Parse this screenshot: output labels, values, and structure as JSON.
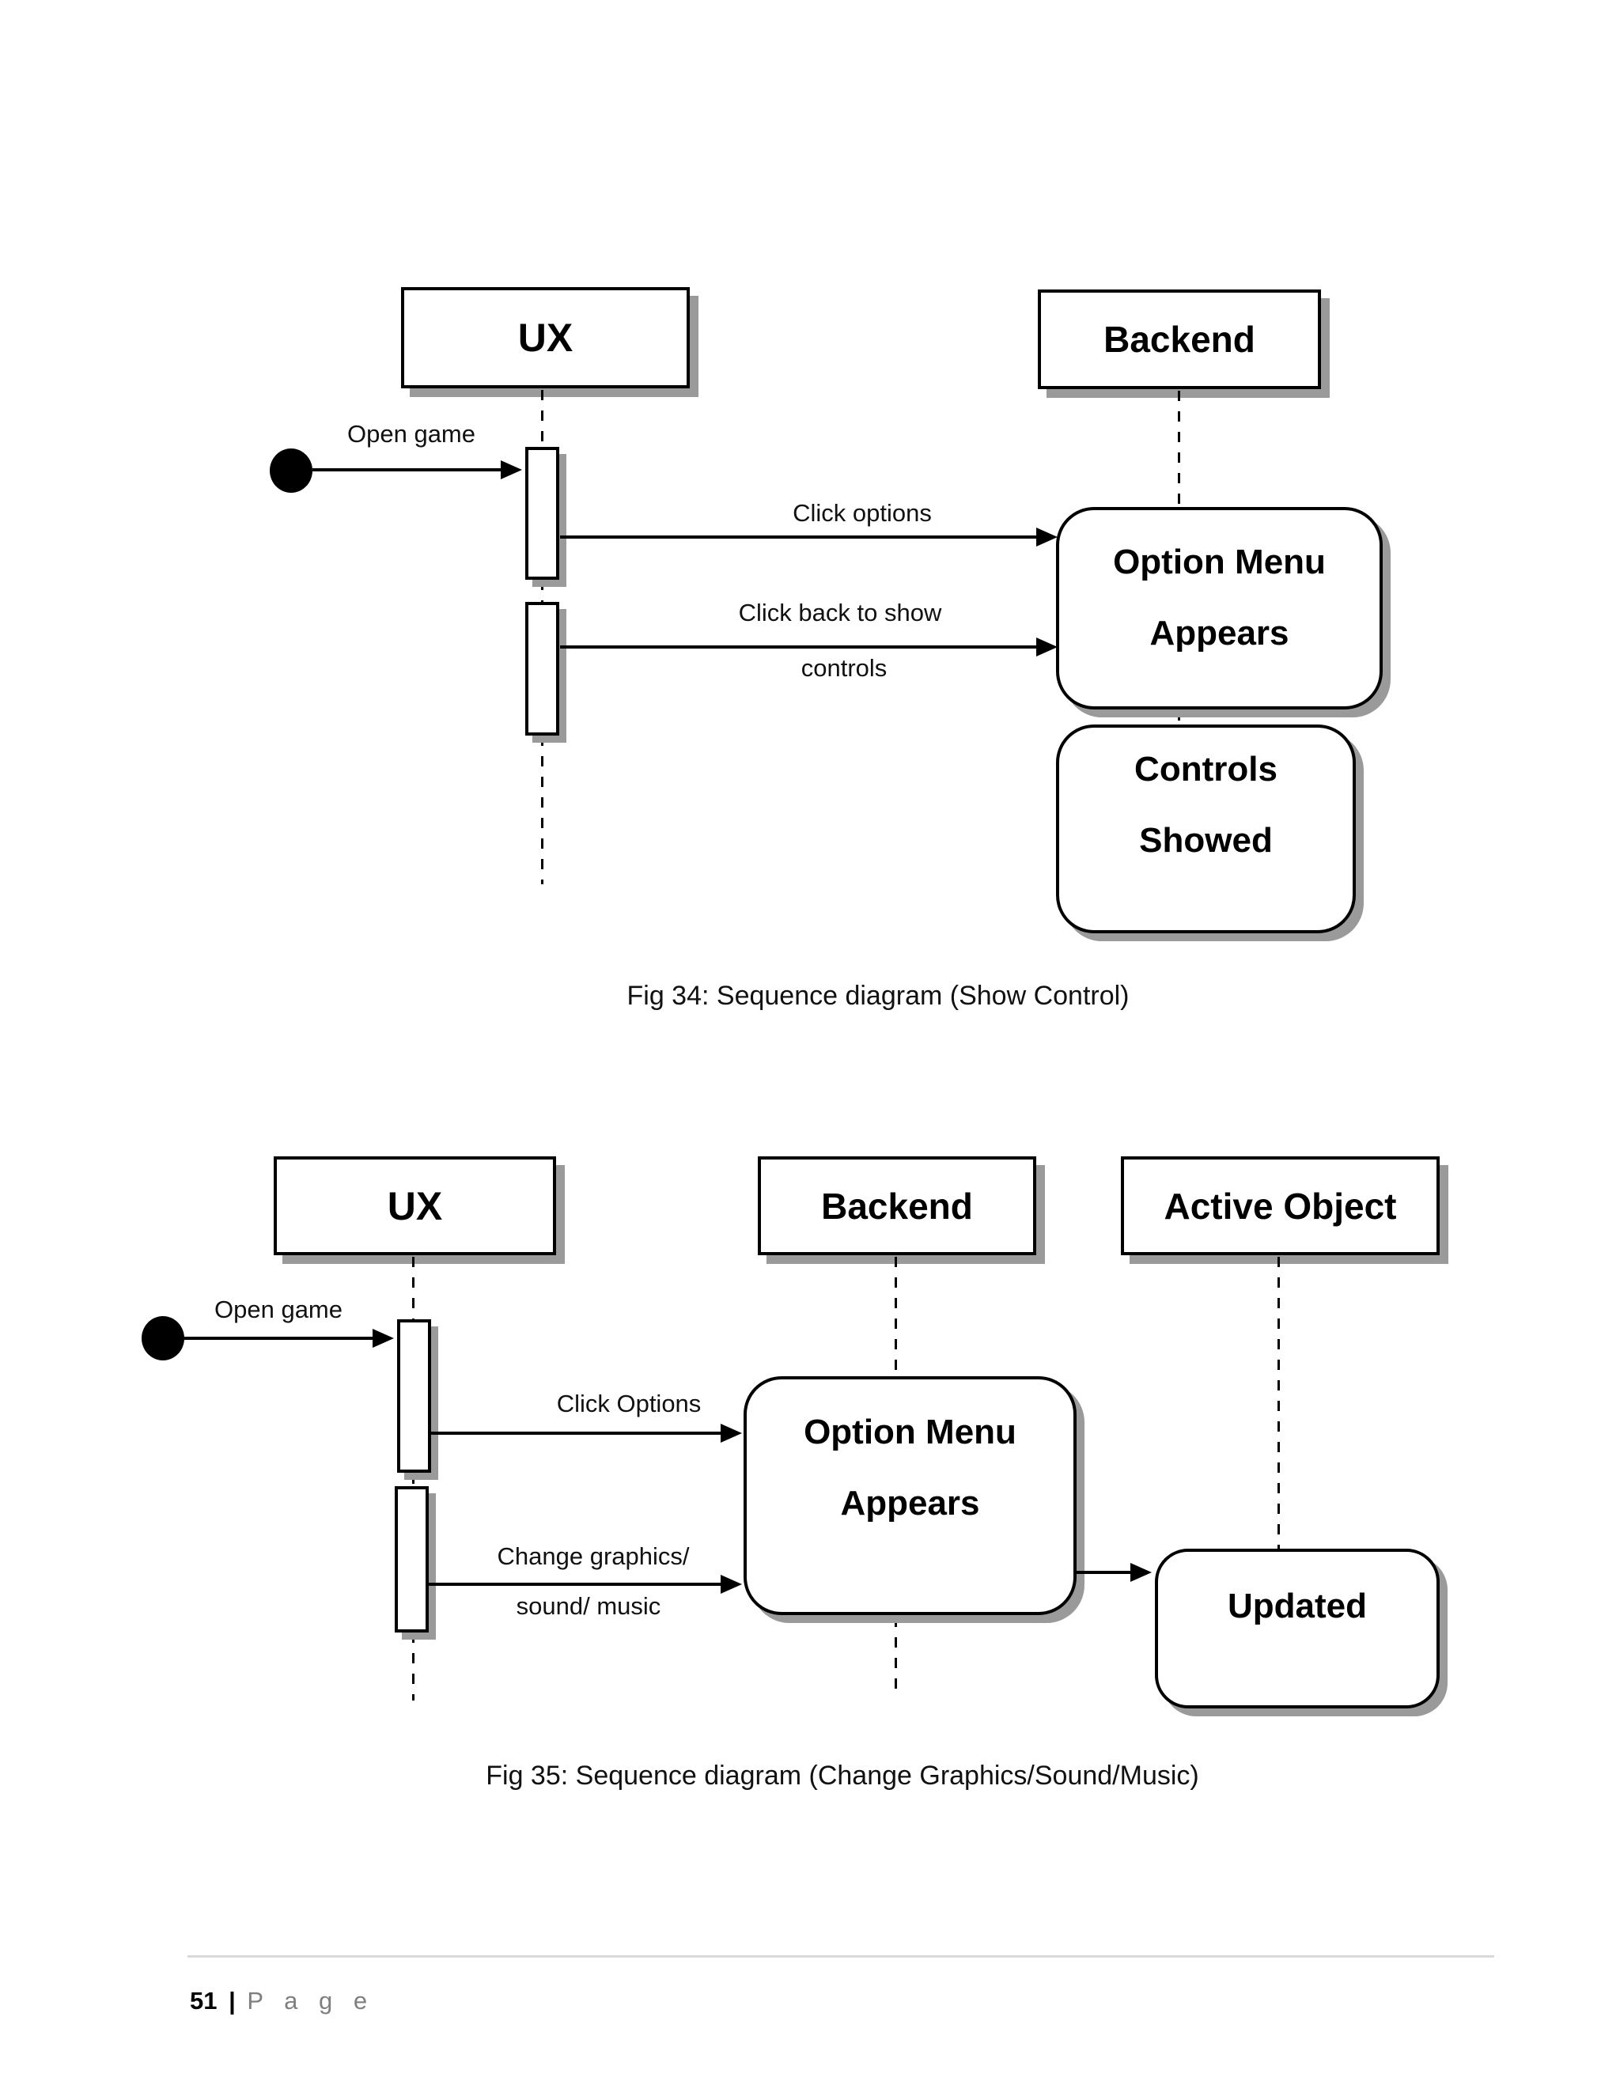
{
  "colors": {
    "stroke": "#000000",
    "shadow": "#9a9a9a",
    "rule": "#d9d9d9",
    "footer_gray": "#7f7f7f"
  },
  "diagram1": {
    "actors": [
      {
        "label": "UX"
      },
      {
        "label": "Backend"
      }
    ],
    "messages": [
      {
        "label": "Open game"
      },
      {
        "label": "Click options"
      },
      {
        "label": "Click back to show",
        "label2": "controls"
      }
    ],
    "states": [
      {
        "line1": "Option Menu",
        "line2": "Appears"
      },
      {
        "line1": "Controls",
        "line2": "Showed"
      }
    ],
    "caption": "Fig 34: Sequence diagram (Show Control)"
  },
  "diagram2": {
    "actors": [
      {
        "label": "UX"
      },
      {
        "label": "Backend"
      },
      {
        "label": "Active Object"
      }
    ],
    "messages": [
      {
        "label": "Open game"
      },
      {
        "label": "Click Options"
      },
      {
        "label": "Change graphics/",
        "label2": "sound/ music"
      }
    ],
    "states": [
      {
        "line1": "Option Menu",
        "line2": "Appears"
      },
      {
        "line1": "Updated"
      }
    ],
    "caption": "Fig 35: Sequence diagram (Change Graphics/Sound/Music)"
  },
  "footer": {
    "page_number": "51",
    "separator": "|",
    "label": "P a g e"
  }
}
